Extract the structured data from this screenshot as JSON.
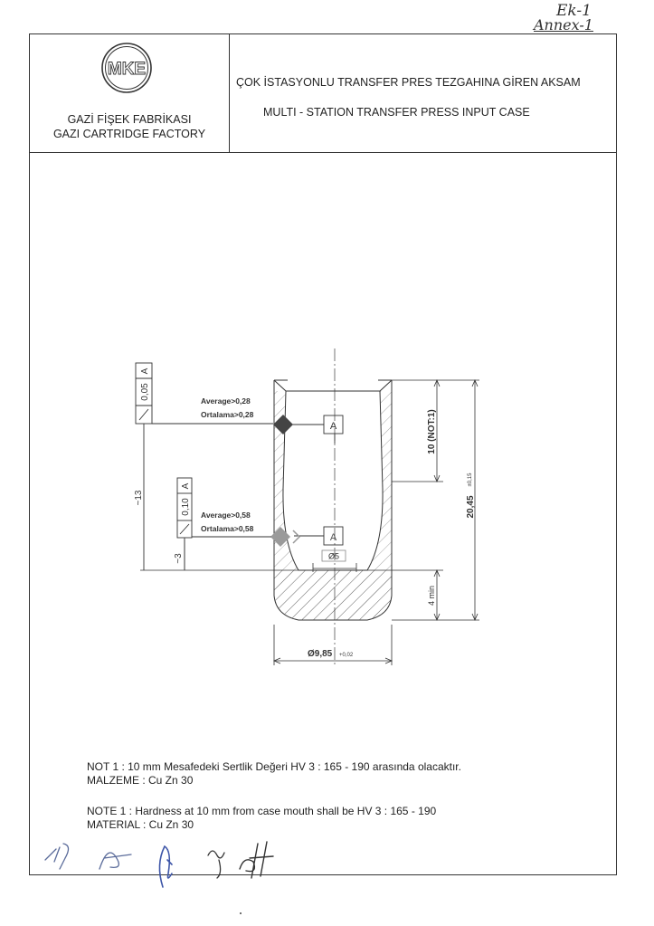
{
  "annex": {
    "line1": "Ek-1",
    "line2": "Annex-1"
  },
  "header": {
    "logo_text": "MKE",
    "factory_tr": "GAZİ FİŞEK FABRİKASI",
    "factory_en": "GAZI CARTRIDGE FACTORY",
    "title_tr": "ÇOK İSTASYONLU TRANSFER PRES TEZGAHINA GİREN AKSAM",
    "title_en": "MULTI  -  STATION TRANSFER PRESS INPUT CASE"
  },
  "drawing": {
    "runout_top": {
      "value": "0,05",
      "datum": "A"
    },
    "runout_bottom": {
      "value": "0,10",
      "datum": "A"
    },
    "avg_top_en": "Average>0,28",
    "avg_top_tr": "Ortalama>0,28",
    "avg_bottom_en": "Average>0,58",
    "avg_bottom_tr": "Ortalama>0,58",
    "datum_label": "A",
    "dim_13": "~13",
    "dim_3": "~3",
    "dim_10": "10 (NOT:1)",
    "dim_total": "20,45",
    "dim_total_tol": "±0,15",
    "dim_4min": "4 min",
    "dim_d5": "Ø5",
    "dim_d985": "Ø9,85",
    "dim_d985_tol": "+0,02",
    "colors": {
      "line": "#333333",
      "marker_dark": "#444444",
      "marker_light": "#9a9a9a"
    }
  },
  "notes": {
    "tr_note": "NOT 1 : 10 mm Mesafedeki Sertlik Değeri HV 3 : 165 - 190 arasında olacaktır.",
    "tr_material": "MALZEME : Cu Zn 30",
    "en_note": "NOTE 1 : Hardness at 10 mm from case mouth shall be HV 3 : 165 - 190",
    "en_material": "MATERIAL : Cu Zn 30"
  }
}
